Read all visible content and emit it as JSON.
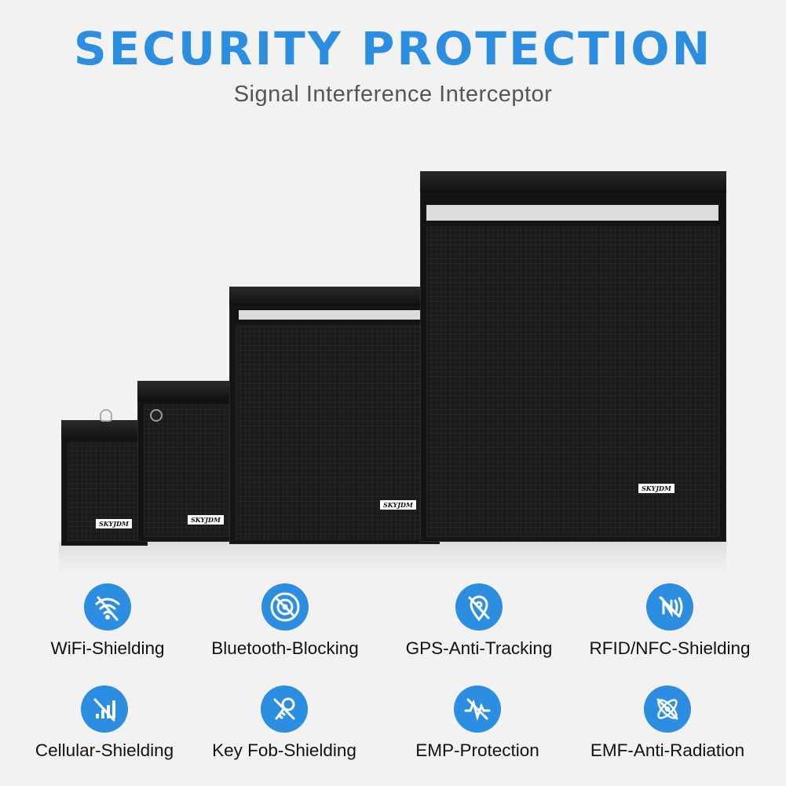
{
  "header": {
    "title": "SECURITY PROTECTION",
    "subtitle": "Signal Interference Interceptor"
  },
  "bags": {
    "brand": "SKYJDM"
  },
  "features": [
    {
      "label": "WiFi-Shielding",
      "icon": "wifi-blocked-icon"
    },
    {
      "label": "Bluetooth-Blocking",
      "icon": "bluetooth-blocked-icon"
    },
    {
      "label": "GPS-Anti-Tracking",
      "icon": "gps-blocked-icon"
    },
    {
      "label": "RFID/NFC-Shielding",
      "icon": "nfc-blocked-icon"
    },
    {
      "label": "Cellular-Shielding",
      "icon": "cellular-blocked-icon"
    },
    {
      "label": "Key Fob-Shielding",
      "icon": "key-fob-blocked-icon"
    },
    {
      "label": "EMP-Protection",
      "icon": "emp-blocked-icon"
    },
    {
      "label": "EMF-Anti-Radiation",
      "icon": "emf-blocked-icon"
    }
  ],
  "colors": {
    "accent": "#2b8ee0",
    "background": "#f2f2f2",
    "bag": "#141414"
  }
}
